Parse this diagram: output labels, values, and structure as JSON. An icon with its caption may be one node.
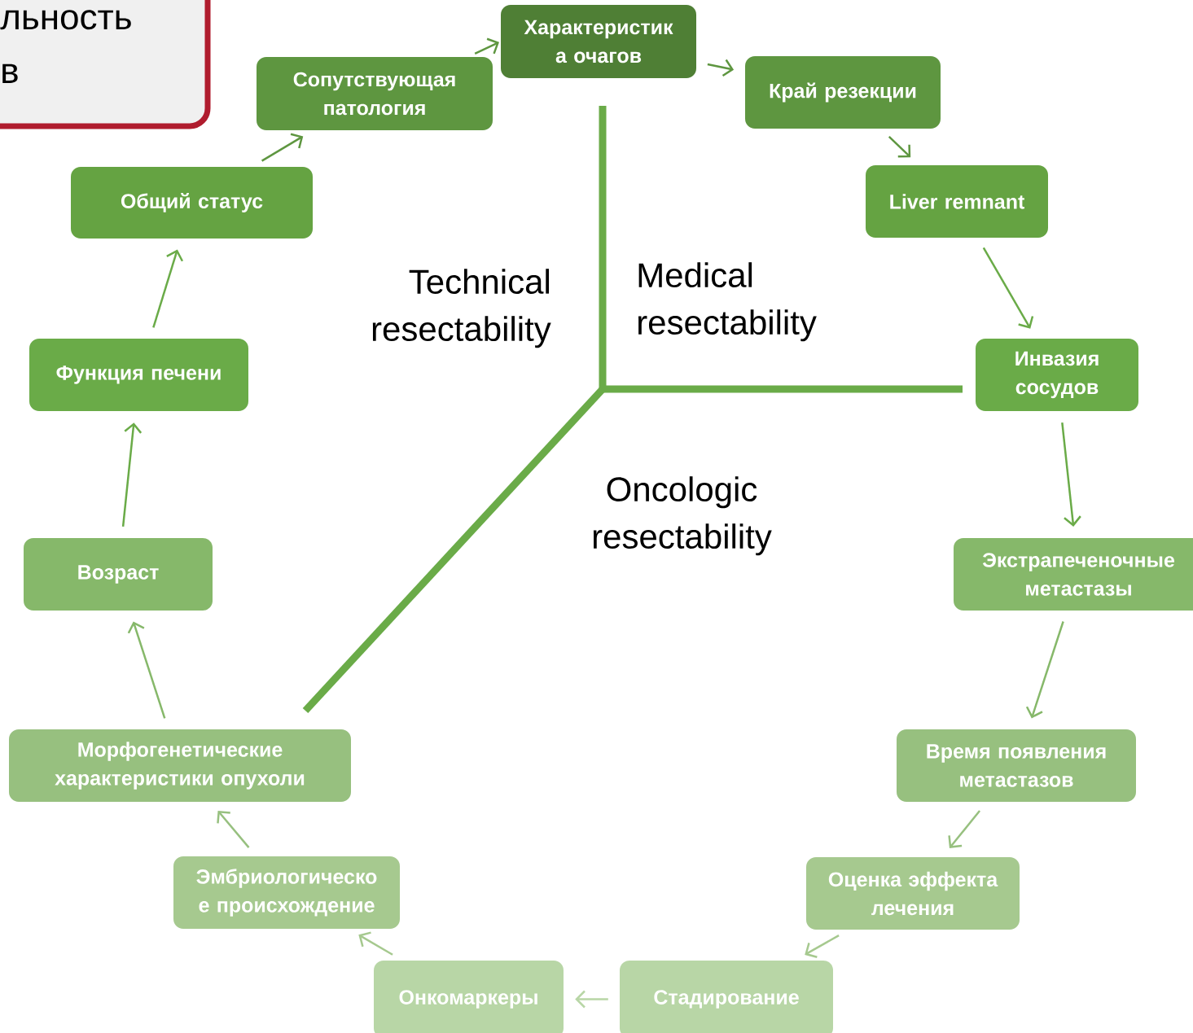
{
  "diagram": {
    "nodes": [
      {
        "text": [
          "льность в"
        ]
      },
      {
        "text": [
          "Сопутствующая патология"
        ]
      },
      {
        "text": [
          "Характеристик а очагов"
        ]
      },
      {
        "text": [
          "Край резекции"
        ]
      },
      {
        "text": [
          "Liver remnant"
        ]
      },
      {
        "text": [
          "Инвазия сосудов"
        ]
      },
      {
        "text": [
          "Экстрапеченочные метастазы"
        ]
      },
      {
        "text": [
          "Время появления метастазов"
        ]
      },
      {
        "text": [
          "Оценка эффекта лечения"
        ]
      },
      {
        "text": [
          "Стадирование"
        ]
      },
      {
        "text": [
          "Онкомаркеры"
        ]
      },
      {
        "text": [
          "Эмбриологическо е происхождение"
        ]
      },
      {
        "text": [
          "Морфогенетические характеристики опухоли"
        ]
      },
      {
        "text": [
          "Возраст"
        ]
      },
      {
        "text": [
          "Функция печени"
        ]
      },
      {
        "text": [
          "Общий статус"
        ]
      }
    ],
    "edges": [
      {
        "from": 15,
        "to": 1,
        "arrow": "to",
        "color": "#5e9640"
      },
      {
        "from": 1,
        "to": 2,
        "arrow": "to",
        "color": "#5e9640"
      },
      {
        "from": 2,
        "to": 3,
        "arrow": "to",
        "color": "#5e9640"
      },
      {
        "from": 3,
        "to": 4,
        "arrow": "to",
        "color": "#5e9640"
      },
      {
        "from": 4,
        "to": 5,
        "arrow": "to",
        "color": "#6aab48"
      },
      {
        "from": 5,
        "to": 6,
        "arrow": "to",
        "color": "#6aab48"
      },
      {
        "from": 6,
        "to": 7,
        "arrow": "to",
        "color": "#86b86a"
      },
      {
        "from": 7,
        "to": 8,
        "arrow": "to",
        "color": "#97c07f"
      },
      {
        "from": 8,
        "to": 9,
        "arrow": "to",
        "color": "#a6c98f"
      },
      {
        "from": 9,
        "to": 10,
        "arrow": "to",
        "color": "#b8d6a6"
      },
      {
        "from": 10,
        "to": 11,
        "arrow": "to",
        "color": "#a6c98f"
      },
      {
        "from": 11,
        "to": 12,
        "arrow": "to",
        "color": "#97c07f"
      },
      {
        "from": 12,
        "to": 13,
        "arrow": "to",
        "color": "#86b86a"
      },
      {
        "from": 13,
        "to": 14,
        "arrow": "to",
        "color": "#6aab48"
      },
      {
        "from": 14,
        "to": 15,
        "arrow": "to",
        "color": "#6aab48"
      }
    ],
    "labels": [
      "Technical resectability",
      "Medical resectability",
      "Oncologic resectability"
    ]
  }
}
